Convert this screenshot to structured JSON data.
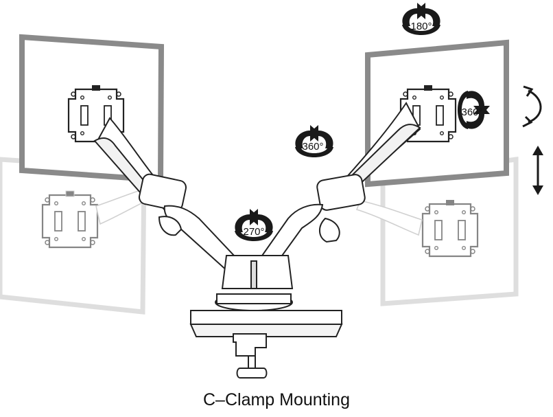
{
  "caption": "C–Clamp Mounting",
  "rotations": {
    "top_right": "180°",
    "right_vesa": "360°",
    "middle": "360°",
    "base": "270°"
  },
  "icons": [
    "rotate-arrows-icon",
    "tilt-arc-arrow-icon",
    "vertical-double-arrow-icon"
  ],
  "colors": {
    "outline": "#222222",
    "front_monitor_frame": "#8a8a8a",
    "ghost_monitor_frame": "#c6c6c6",
    "ghost_outline": "#b0b0b0"
  }
}
